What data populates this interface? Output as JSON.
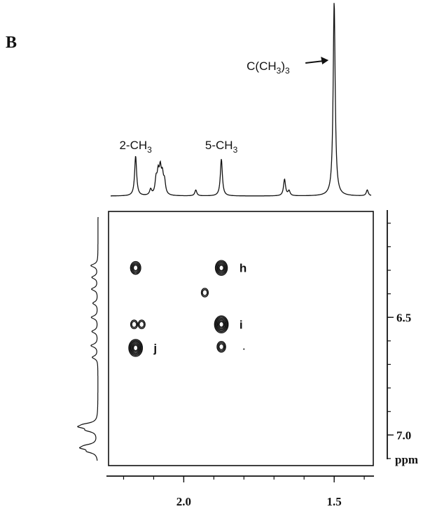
{
  "panel_label": "B",
  "chart_data": {
    "type": "heatmap",
    "title": "",
    "x_axis": {
      "range": [
        2.25,
        1.37
      ],
      "ticks": [
        {
          "value": 2.0,
          "label": "2.0"
        },
        {
          "value": 1.5,
          "label": "1.5"
        }
      ],
      "minor_step": 0.1,
      "label": ""
    },
    "y_axis": {
      "range": [
        6.05,
        7.13
      ],
      "ticks": [
        {
          "value": 6.5,
          "label": "6.5"
        },
        {
          "value": 7.0,
          "label": "7.0"
        }
      ],
      "minor_step": 0.1,
      "label": "ppm"
    },
    "top_spectrum": {
      "peaks": [
        {
          "x": 2.16,
          "height": 0.205
        },
        {
          "x": 2.11,
          "height": 0.03
        },
        {
          "x": 2.092,
          "height": 0.075
        },
        {
          "x": 2.085,
          "height": 0.1
        },
        {
          "x": 2.078,
          "height": 0.12
        },
        {
          "x": 2.071,
          "height": 0.09
        },
        {
          "x": 2.064,
          "height": 0.065
        },
        {
          "x": 1.96,
          "height": 0.03
        },
        {
          "x": 1.875,
          "height": 0.19
        },
        {
          "x": 1.665,
          "height": 0.085
        },
        {
          "x": 1.65,
          "height": 0.025
        },
        {
          "x": 1.5,
          "height": 1.0
        },
        {
          "x": 1.39,
          "height": 0.03
        }
      ],
      "annotations": [
        {
          "text": "2-CH",
          "sub": "3",
          "x": 2.16
        },
        {
          "text": "5-CH",
          "sub": "3",
          "x": 1.875
        }
      ],
      "arrow_label": {
        "text": "C(CH",
        "sub": "3",
        "after": ")",
        "sub2": "3",
        "x": 1.5
      }
    },
    "left_spectrum": {
      "peaks": [
        {
          "y": 6.28,
          "height": 0.45
        },
        {
          "y": 6.33,
          "height": 0.38
        },
        {
          "y": 6.38,
          "height": 0.4
        },
        {
          "y": 6.44,
          "height": 0.32
        },
        {
          "y": 6.5,
          "height": 0.42
        },
        {
          "y": 6.56,
          "height": 0.38
        },
        {
          "y": 6.62,
          "height": 0.44
        },
        {
          "y": 6.67,
          "height": 0.36
        },
        {
          "y": 6.955,
          "height": 0.6
        },
        {
          "y": 6.965,
          "height": 0.95
        },
        {
          "y": 6.98,
          "height": 0.55
        },
        {
          "y": 7.045,
          "height": 0.55
        },
        {
          "y": 7.055,
          "height": 0.85
        },
        {
          "y": 7.07,
          "height": 0.5
        }
      ]
    },
    "cross_peaks": [
      {
        "x": 2.16,
        "y": 6.29,
        "size": 3
      },
      {
        "x": 1.875,
        "y": 6.29,
        "size": 4
      },
      {
        "x": 1.93,
        "y": 6.395,
        "size": 1
      },
      {
        "x": 2.165,
        "y": 6.53,
        "size": 1
      },
      {
        "x": 2.14,
        "y": 6.53,
        "size": 1
      },
      {
        "x": 1.875,
        "y": 6.53,
        "size": 5
      },
      {
        "x": 2.16,
        "y": 6.63,
        "size": 5
      },
      {
        "x": 1.875,
        "y": 6.625,
        "size": 2
      },
      {
        "x": 1.8,
        "y": 6.635,
        "size": 0
      }
    ],
    "peak_labels": [
      {
        "text": "h",
        "x": 1.815,
        "y": 6.29
      },
      {
        "text": "i",
        "x": 1.815,
        "y": 6.53
      },
      {
        "text": "j",
        "x": 2.1,
        "y": 6.63
      }
    ]
  }
}
